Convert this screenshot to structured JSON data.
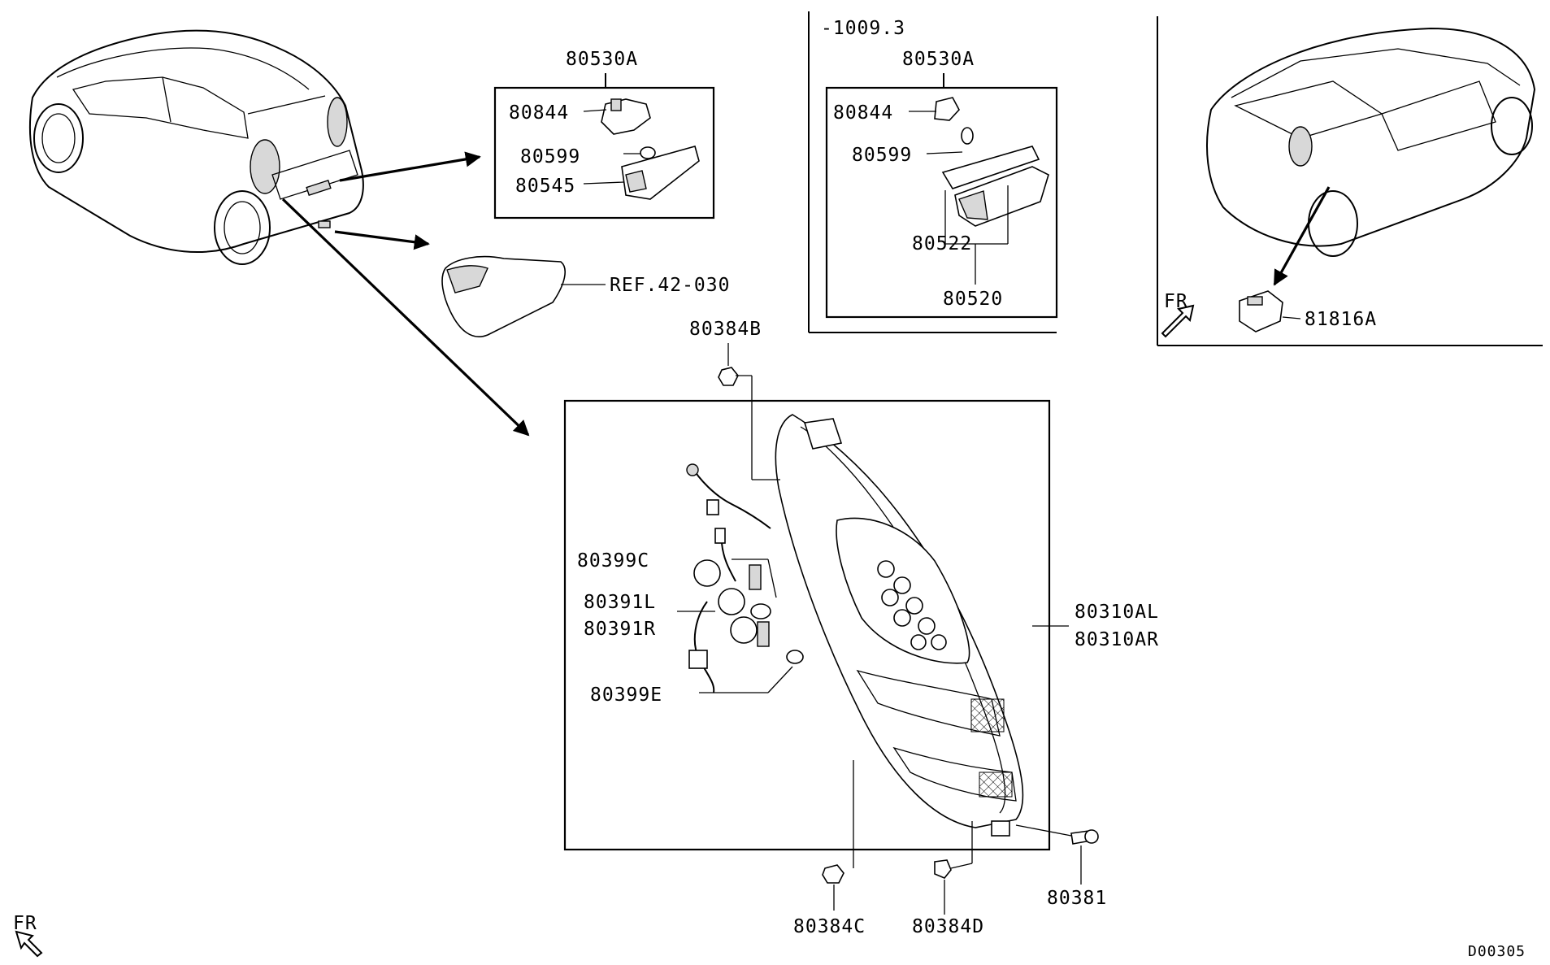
{
  "diagram": {
    "drawing_code": "D00305",
    "views": {
      "top_inset_period": "-1009.3"
    },
    "orientation_labels": {
      "fr_bottom_left": "FR",
      "fr_right_inset": "FR"
    },
    "parts": {
      "license_assy_left": "80530A",
      "bulb_socket_left": "80844",
      "bulb_left": "80599",
      "lens_left": "80545",
      "reflector_ref": "REF.42-030",
      "license_assy_mid": "80530A",
      "bulb_socket_mid": "80844",
      "bulb_mid": "80599",
      "lens_mid": "80522",
      "lamp_mid": "80520",
      "back_lamp": "81816A",
      "nut_top": "80384B",
      "socket_c": "80399C",
      "harness_l": "80391L",
      "harness_r": "80391R",
      "socket_e": "80399E",
      "tail_lamp_l": "80310AL",
      "tail_lamp_r": "80310AR",
      "nut_c": "80384C",
      "nut_d": "80384D",
      "screw": "80381"
    }
  }
}
